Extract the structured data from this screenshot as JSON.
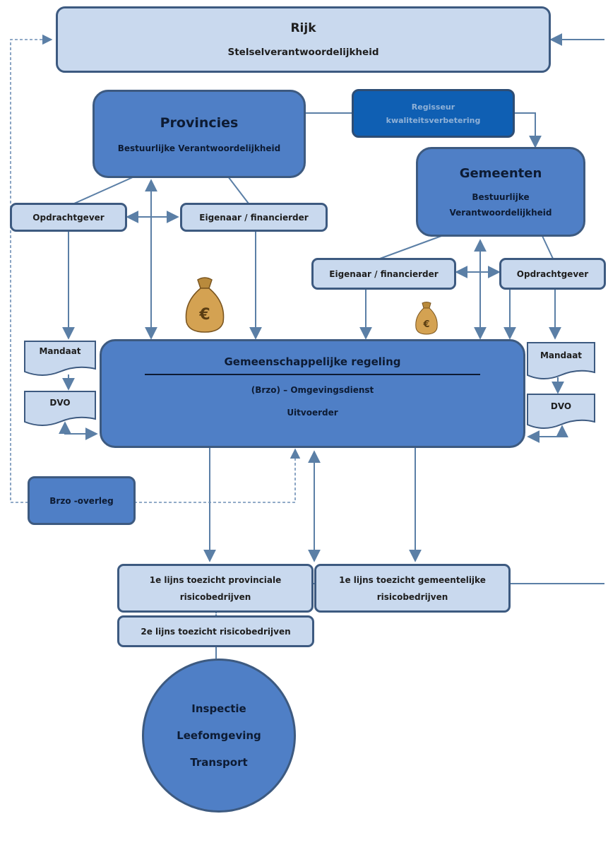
{
  "rijk": {
    "title": "Rijk",
    "subtitle": "Stelselverantwoordelijkheid"
  },
  "provincies": {
    "title": "Provincies",
    "subtitle": "Bestuurlijke Verantwoordelijkheid"
  },
  "regisseur": {
    "line1": "Regisseur",
    "line2": "kwaliteitsverbetering"
  },
  "gemeenten": {
    "title": "Gemeenten",
    "line1": "Bestuurlijke",
    "line2": "Verantwoordelijkheid"
  },
  "prov_opdrachtgever": "Opdrachtgever",
  "prov_eigenaar": "Eigenaar / financierder",
  "gem_eigenaar": "Eigenaar / financierder",
  "gem_opdrachtgever": "Opdrachtgever",
  "gr": {
    "title": "Gemeenschappelijke regeling",
    "line1": "(Brzo) – Omgevingsdienst",
    "line2": "Uitvoerder"
  },
  "left_docs": {
    "mandaat": "Mandaat",
    "dvo": "DVO"
  },
  "right_docs": {
    "mandaat": "Mandaat",
    "dvo": "DVO"
  },
  "brzo_overleg": "Brzo -overleg",
  "toezicht_prov": {
    "line1": "1e lijns toezicht provinciale",
    "line2": "risicobedrijven"
  },
  "toezicht_gem": {
    "line1": "1e lijns toezicht gemeentelijke",
    "line2": "risicobedrijven"
  },
  "toezicht_2e": "2e lijns toezicht risicobedrijven",
  "ilt": {
    "line1": "Inspectie",
    "line2": "Leefomgeving",
    "line3": "Transport"
  },
  "money_symbol": "€",
  "colors": {
    "light": "#c9d9ee",
    "mid": "#4f7fc6",
    "dark": "#0f5fb3",
    "line": "#5b7fa6",
    "border": "#3d5a80"
  }
}
